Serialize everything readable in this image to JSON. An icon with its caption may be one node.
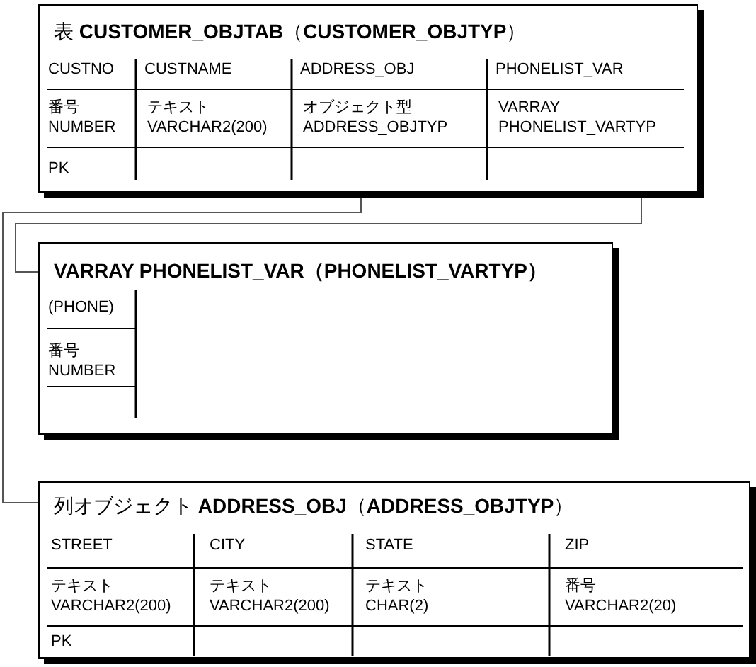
{
  "diagram": {
    "nodes": [
      {
        "text": [
          "表 **CUSTOMER_OBJTAB**（**CUSTOMER_OBJTYP**）"
        ]
      },
      {
        "text": [
          "VARRAY PHONELIST_VAR（PHONELIST_VARTYP）"
        ]
      },
      {
        "text": [
          "列オブジェクト **ADDRESS_OBJ**（**ADDRESS_OBJTYP**）"
        ]
      }
    ],
    "edges": [
      {
        "from": 0,
        "to": 1,
        "arrow": "none"
      },
      {
        "from": 0,
        "to": 2,
        "arrow": "none"
      }
    ],
    "labels": [
      "CUSTNO",
      "CUSTNAME",
      "ADDRESS_OBJ",
      "PHONELIST_VAR",
      "番号 NUMBER",
      "テキスト VARCHAR2(200)",
      "オブジェクト型 ADDRESS_OBJTYP",
      "VARRAY PHONELIST_VARTYP",
      "PK",
      "(PHONE)",
      "番号 NUMBER",
      "STREET",
      "CITY",
      "STATE",
      "ZIP",
      "テキスト VARCHAR2(200)",
      "テキスト VARCHAR2(200)",
      "テキスト CHAR(2)",
      "番号 VARCHAR2(20)",
      "PK"
    ]
  }
}
